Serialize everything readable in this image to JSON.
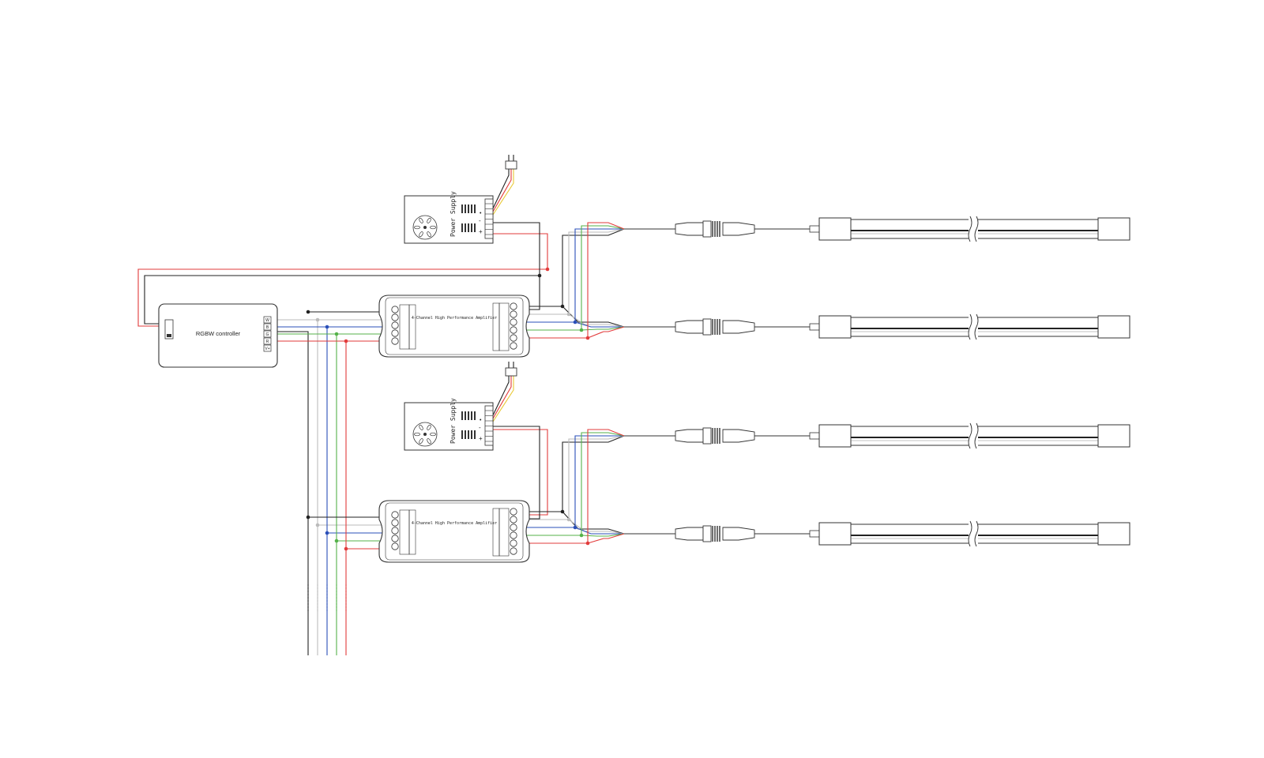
{
  "controller": {
    "label": "RGBW controller",
    "pins": [
      "W",
      "B",
      "G",
      "R",
      "V+"
    ]
  },
  "amplifiers": [
    {
      "title": "4-Channel High Performance Amplifier"
    },
    {
      "title": "4-Channel High Performance Amplifier"
    }
  ],
  "power_supplies": [
    {
      "label": "Power Supply"
    },
    {
      "label": "Power Supply"
    }
  ],
  "colors": {
    "red": "#e23b3b",
    "green": "#55b24a",
    "blue": "#2a4fb8",
    "yellow": "#e8c832",
    "white": "#bbbbbb",
    "black": "#222222",
    "outline": "#333333"
  }
}
